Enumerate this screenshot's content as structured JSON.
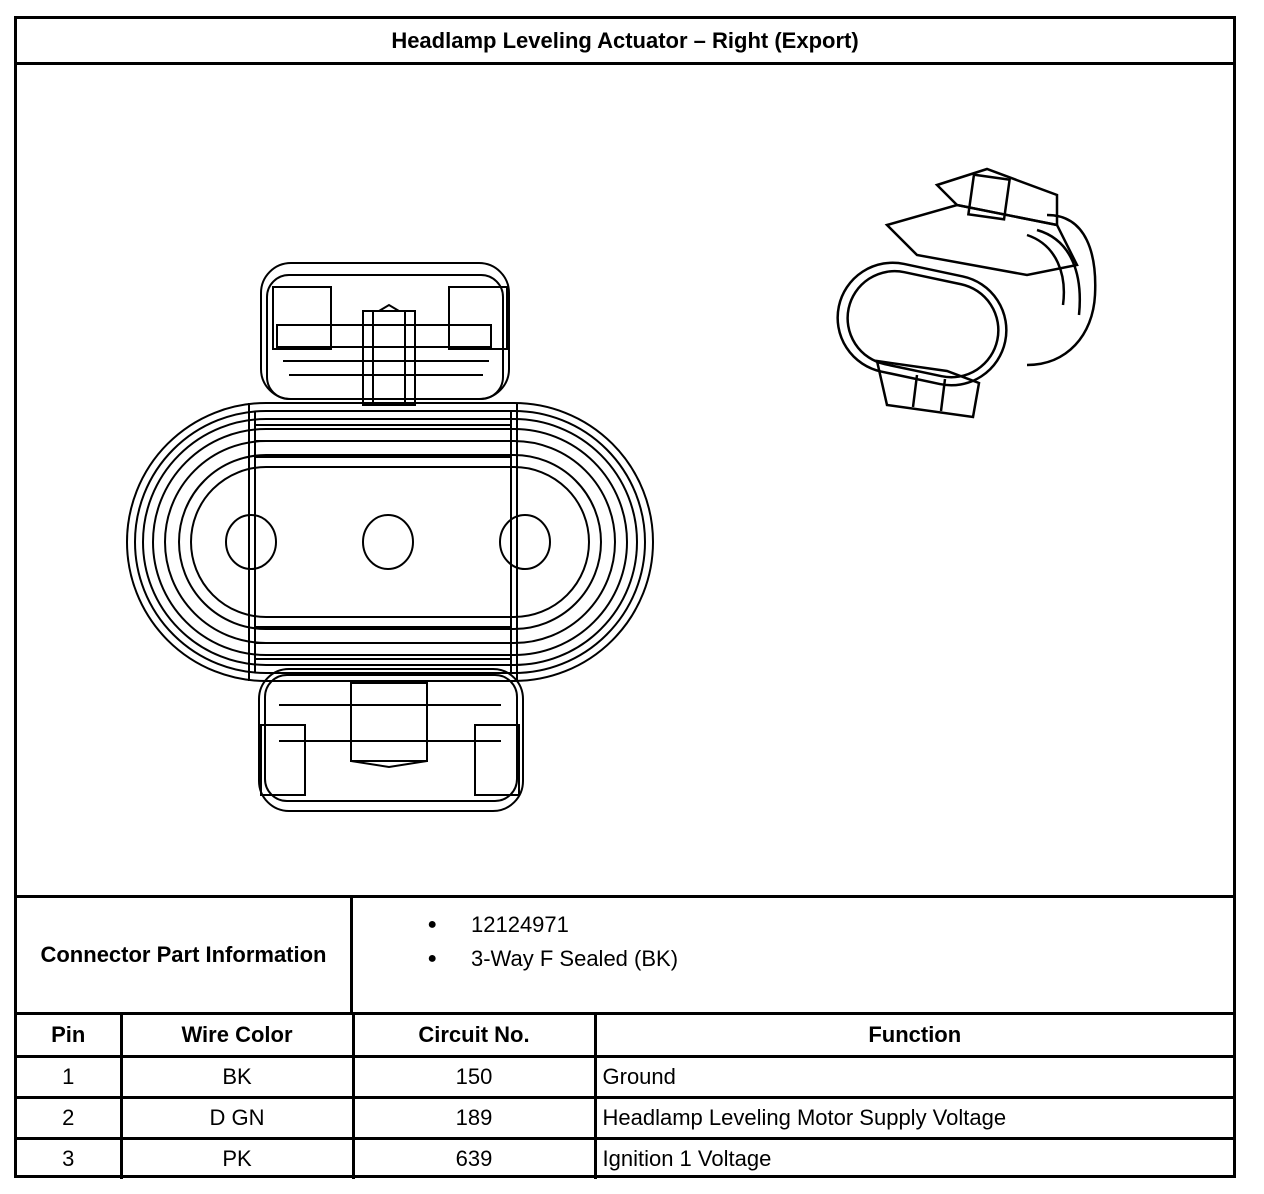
{
  "title": "Headlamp Leveling Actuator – Right (Export)",
  "connector_info": {
    "label": "Connector Part Information",
    "items": [
      "12124971",
      "3-Way F Sealed (BK)"
    ]
  },
  "pin_table": {
    "headers": {
      "pin": "Pin",
      "wire_color": "Wire Color",
      "circuit": "Circuit No.",
      "function": "Function"
    },
    "rows": [
      {
        "pin": "1",
        "wire_color": "BK",
        "circuit": "150",
        "function": "Ground"
      },
      {
        "pin": "2",
        "wire_color": "D GN",
        "circuit": "189",
        "function": "Headlamp Leveling Motor Supply Voltage"
      },
      {
        "pin": "3",
        "wire_color": "PK",
        "circuit": "639",
        "function": "Ignition 1 Voltage"
      }
    ]
  }
}
